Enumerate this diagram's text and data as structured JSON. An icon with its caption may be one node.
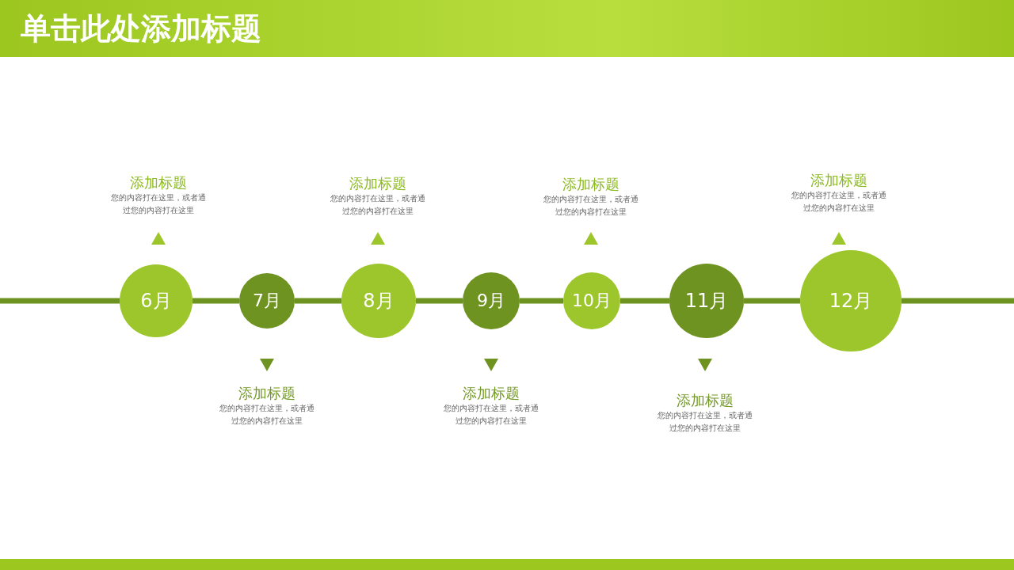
{
  "diagram": {
    "title": "单击此处添加标题",
    "nodes": [
      {
        "text": [
          "6月"
        ],
        "beside": [
          "添加标题",
          "您的内容打在这里，或者通过您的内容打在这里"
        ]
      },
      {
        "text": [
          "7月"
        ],
        "beside": [
          "添加标题",
          "您的内容打在这里，或者通过您的内容打在这里"
        ]
      },
      {
        "text": [
          "8月"
        ],
        "beside": [
          "添加标题",
          "您的内容打在这里，或者通过您的内容打在这里"
        ]
      },
      {
        "text": [
          "9月"
        ],
        "beside": [
          "添加标题",
          "您的内容打在这里，或者通过您的内容打在这里"
        ]
      },
      {
        "text": [
          "10月"
        ],
        "beside": [
          "添加标题",
          "您的内容打在这里，或者通过您的内容打在这里"
        ]
      },
      {
        "text": [
          "11月"
        ],
        "beside": [
          "添加标题",
          "您的内容打在这里，或者通过您的内容打在这里"
        ]
      },
      {
        "text": [
          "12月"
        ],
        "beside": [
          "添加标题",
          "您的内容打在这里，或者通过您的内容打在这里"
        ]
      }
    ],
    "edges": [
      {
        "from": null,
        "to": 0,
        "arrow": "none"
      },
      {
        "from": 0,
        "to": 1,
        "arrow": "none"
      },
      {
        "from": 1,
        "to": 2,
        "arrow": "none"
      },
      {
        "from": 2,
        "to": 3,
        "arrow": "none"
      },
      {
        "from": 3,
        "to": 4,
        "arrow": "none"
      },
      {
        "from": 4,
        "to": 5,
        "arrow": "none"
      },
      {
        "from": 5,
        "to": 6,
        "arrow": "none"
      },
      {
        "from": 6,
        "to": null,
        "arrow": "none"
      }
    ]
  }
}
